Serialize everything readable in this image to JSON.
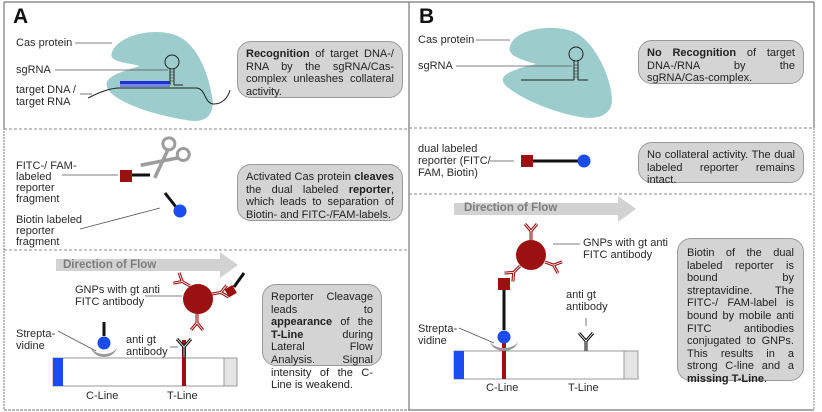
{
  "colors": {
    "cas_protein": "#9ccccc",
    "fitc_label": "#9b1111",
    "biotin_label": "#1a4cf0",
    "gnp": "#9b1111",
    "bubble_bg": "#d4d4d4",
    "flow_arrow": "#d2d2d2",
    "sgrna_target_bar": "#1f2fd0"
  },
  "panel_a": {
    "letter": "A",
    "recognition": {
      "labels": {
        "cas_protein": "Cas protein",
        "sgrna": "sgRNA",
        "target_line1": "target DNA /",
        "target_line2": "target RNA"
      },
      "bubble": {
        "bold": "Recognition",
        "text": " of target DNA-/ RNA by the sgRNA/Cas-complex unleashes collateral activity."
      }
    },
    "cleavage": {
      "labels": {
        "fitc_fragment_line1": "FITC-/ FAM-",
        "fitc_fragment_line2": "labeled",
        "fitc_fragment_line3": "reporter",
        "fitc_fragment_line4": "fragment",
        "biotin_fragment_line1": "Biotin labeled",
        "biotin_fragment_line2": "reporter",
        "biotin_fragment_line3": "fragment"
      },
      "icon": "scissors-icon",
      "bubble": {
        "part1": "Activated Cas protein ",
        "bold1": "cleaves",
        "part2": " the dual labeled ",
        "bold2": "reporter",
        "part3": ", which leads to separation of Biotin- and FITC-/FAM-labels."
      }
    },
    "lateral_flow": {
      "flow_label": "Direction of Flow",
      "labels": {
        "gnp_line1": "GNPs with gt anti",
        "gnp_line2": "FITC antibody",
        "strepta_line1": "Strepta-",
        "strepta_line2": "vidine",
        "anti_gt_line1": "anti gt",
        "anti_gt_line2": "antibody",
        "c_line": "C-Line",
        "t_line": "T-Line"
      },
      "bubble": {
        "part1": "Reporter Cleavage leads to ",
        "bold1": "appearance",
        "part2": " of the ",
        "bold2": "T-Line",
        "part3": " during Lateral Flow Analysis. Signal intensity of the C-Line is weakend."
      }
    }
  },
  "panel_b": {
    "letter": "B",
    "recognition": {
      "labels": {
        "cas_protein": "Cas protein",
        "sgrna": "sgRNA"
      },
      "bubble": {
        "bold": "No Recognition",
        "text": " of target DNA-/RNA by the sgRNA/Cas-complex."
      }
    },
    "reporter": {
      "labels": {
        "dual_line1": "dual labeled",
        "dual_line2": "reporter (FITC/",
        "dual_line3": "FAM, Biotin)"
      },
      "bubble": {
        "text": "No collateral activity. The dual labeled reporter remains intact."
      }
    },
    "lateral_flow": {
      "flow_label": "Direction of Flow",
      "labels": {
        "gnp_line1": "GNPs with gt anti",
        "gnp_line2": "FITC antibody",
        "strepta_line1": "Strepta-",
        "strepta_line2": "vidine",
        "anti_gt_line1": "anti gt",
        "anti_gt_line2": "antibody",
        "c_line": "C-Line",
        "t_line": "T-Line"
      },
      "bubble": {
        "part1": "Biotin of the dual labeled reporter is bound by streptavidine. The FITC-/ FAM-label is bound by mobile anti FITC antibodies conjugated to GNPs. This results in a strong C-line and a ",
        "bold1": "missing T-Line",
        "part2": "."
      }
    }
  }
}
